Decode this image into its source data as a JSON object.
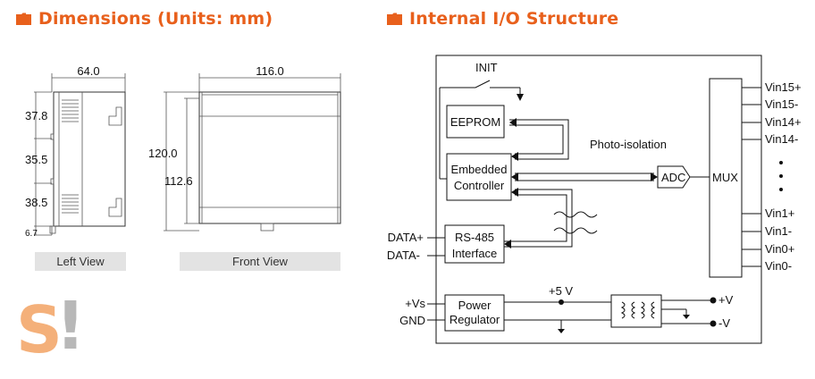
{
  "dimensions": {
    "title": "Dimensions (Units: mm)",
    "left_view": {
      "label": "Left View",
      "width": "64.0",
      "segments": [
        "37.8",
        "35.5",
        "38.5",
        "6.7"
      ]
    },
    "front_view": {
      "label": "Front View",
      "width": "116.0",
      "height_outer": "120.0",
      "height_inner": "112.6"
    }
  },
  "io": {
    "title": "Internal I/O Structure",
    "init": "INIT",
    "eeprom": "EEPROM",
    "controller": [
      "Embedded",
      "Controller"
    ],
    "photo_isolation": "Photo-isolation",
    "adc": "ADC",
    "mux": "MUX",
    "rs485": [
      "RS-485",
      "Interface"
    ],
    "data_plus": "DATA+",
    "data_minus": "DATA-",
    "power": [
      "Power",
      "Regulator"
    ],
    "vs": "+Vs",
    "gnd": "GND",
    "plus5v": "+5 V",
    "plus_v": "+V",
    "minus_v": "-V",
    "channels_top": [
      "Vin15+",
      "Vin15-",
      "Vin14+",
      "Vin14-"
    ],
    "channels_bottom": [
      "Vin1+",
      "Vin1-",
      "Vin0+",
      "Vin0-"
    ]
  },
  "logo": {
    "letter": "S",
    "mark": "!"
  },
  "colors": {
    "accent": "#e8601c",
    "logo_orange": "#f4b07a",
    "logo_gray": "#b8b8b8",
    "label_bg": "#e3e3e3"
  }
}
